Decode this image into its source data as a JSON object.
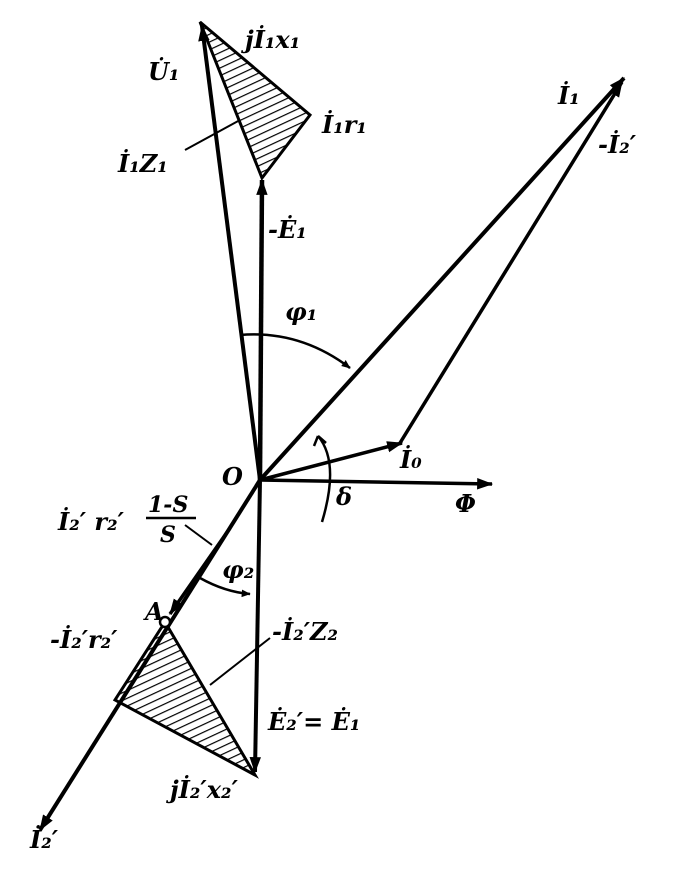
{
  "labels": {
    "U1": "U̇₁",
    "jI1x1": "jİ₁x₁",
    "I1r1": "İ₁r₁",
    "I1Z1": "İ₁Z₁",
    "negE1": "-Ė₁",
    "I1": "İ₁",
    "negI2p_top": "-İ₂′",
    "phi1": "φ₁",
    "I0": "İ₀",
    "O": "O",
    "delta": "δ",
    "Phi": "Φ",
    "I2r2_prefix": "İ₂′ r₂′",
    "frac_num": "1-S",
    "frac_den": "S",
    "phi2": "φ₂",
    "A": "A",
    "negI2r2": "-İ₂′r₂′",
    "negI2Z2": "-İ₂′Z₂",
    "E2eqE1": "Ė₂′= Ė₁",
    "jI2x2": "jİ₂′x₂′",
    "I2p_bottom": "İ₂′"
  }
}
